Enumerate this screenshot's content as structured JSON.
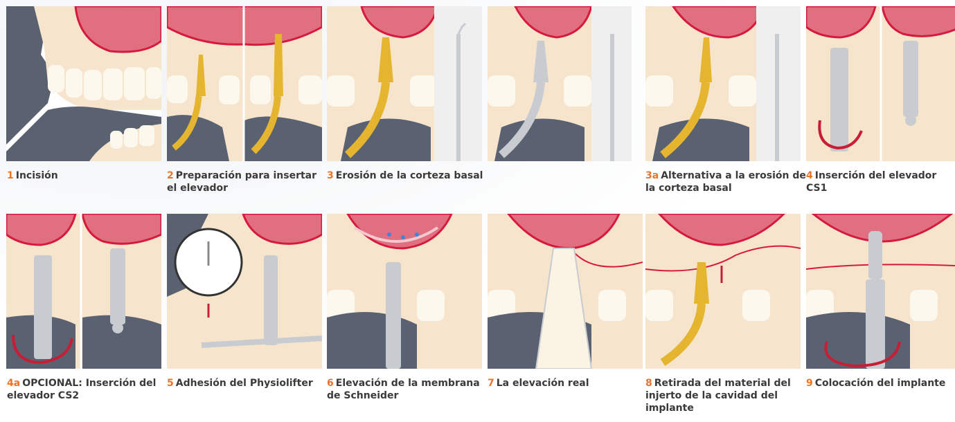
{
  "colors": {
    "gum": "#e0707f",
    "gum_outline": "#d6193f",
    "bone": "#f6e4cc",
    "tooth": "#fdf8ee",
    "shadow": "#5a6272",
    "tool_gold": "#e5b530",
    "tool_silver": "#c8cbd0",
    "arrow_red": "#c81e35",
    "step_number": "#e8742a",
    "caption_text": "#3a3a3a"
  },
  "steps": [
    {
      "number": "1",
      "label": "Incisión"
    },
    {
      "number": "2",
      "label": "Preparación para insertar el elevador"
    },
    {
      "number": "3",
      "label": "Erosión de la corteza basal"
    },
    {
      "number": "3a",
      "label": "Alternativa a la erosión de la corteza basal"
    },
    {
      "number": "4",
      "label": "Inserción del elevador CS1"
    },
    {
      "number": "4a",
      "label": "OPCIONAL: Inserción del elevador CS2"
    },
    {
      "number": "5",
      "label": "Adhesión del Physiolifter"
    },
    {
      "number": "6",
      "label": "Elevación de la membrana de Schneider"
    },
    {
      "number": "7",
      "label": "La elevación real"
    },
    {
      "number": "8",
      "label": "Retirada del material del injerto de la cavidad del implante"
    },
    {
      "number": "9",
      "label": "Colocación del implante"
    }
  ],
  "panel_icons": [
    "jaw-incision-illustration",
    "elevator-preparation-illustration",
    "basal-cortex-erosion-illustration",
    "angled-instrument-illustration",
    "alternative-erosion-illustration",
    "cs1-elevator-illustration",
    "cs2-elevator-illustration",
    "physiolifter-adhesion-illustration",
    "schneider-membrane-illustration",
    "actual-elevation-illustration",
    "graft-removal-illustration",
    "implant-placement-illustration"
  ]
}
